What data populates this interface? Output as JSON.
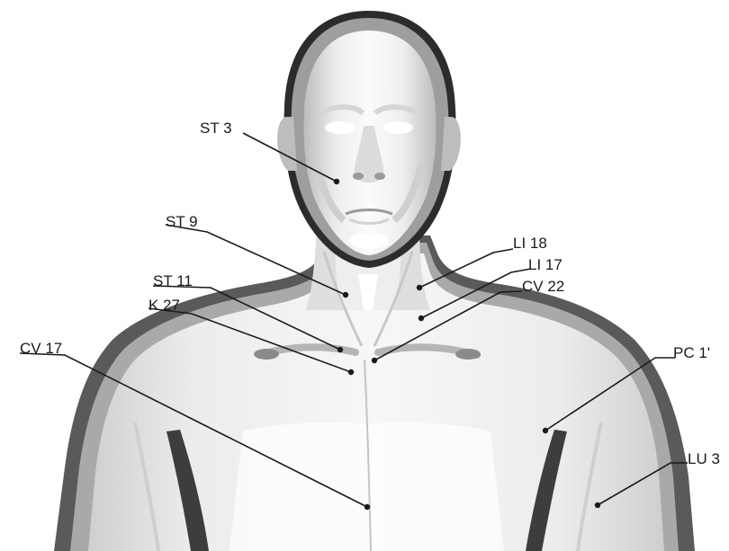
{
  "points": [
    {
      "id": "st3",
      "label": "ST 3"
    },
    {
      "id": "st9",
      "label": "ST 9"
    },
    {
      "id": "li18",
      "label": "LI 18"
    },
    {
      "id": "li17",
      "label": "LI 17"
    },
    {
      "id": "cv22",
      "label": "CV 22"
    },
    {
      "id": "st11",
      "label": "ST 11"
    },
    {
      "id": "k27",
      "label": "K 27"
    },
    {
      "id": "cv17",
      "label": "CV 17"
    },
    {
      "id": "pc1",
      "label": "PC 1'"
    },
    {
      "id": "lu3",
      "label": "LU 3"
    }
  ]
}
